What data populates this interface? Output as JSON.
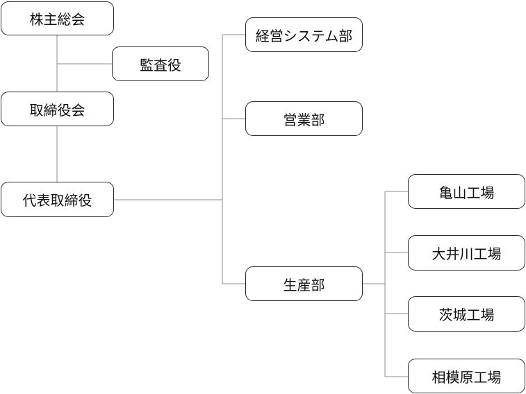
{
  "nodes": {
    "shareholders": "株主総会",
    "auditor": "監査役",
    "board": "取締役会",
    "ceo": "代表取締役",
    "management_systems": "経営システム部",
    "sales": "営業部",
    "production": "生産部",
    "kameyama": "亀山工場",
    "oigawa": "大井川工場",
    "ibaraki": "茨城工場",
    "sagami": "相模原工場"
  }
}
